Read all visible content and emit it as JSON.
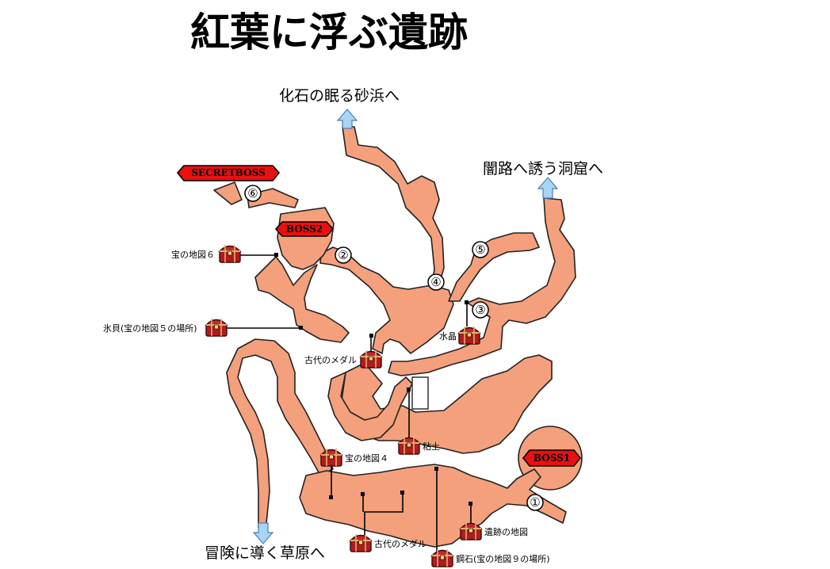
{
  "title": "紅葉に浮ぶ遺跡",
  "colors": {
    "cave": "#f4a07c",
    "boss": "#e81010",
    "exit_arrow": "#a8d4f5",
    "chest": "#b01c1c"
  },
  "exits": [
    {
      "id": "north",
      "label": "化石の眠る砂浜へ",
      "icon": "arrow-up-icon"
    },
    {
      "id": "east",
      "label": "闇路へ誘う洞窟へ",
      "icon": "arrow-up-icon"
    },
    {
      "id": "south",
      "label": "冒険に導く草原へ",
      "icon": "arrow-down-icon"
    }
  ],
  "bosses": [
    {
      "id": "secret",
      "label": "SECRETBOSS"
    },
    {
      "id": "boss2",
      "label": "BOSS2"
    },
    {
      "id": "boss1",
      "label": "BOSS1"
    }
  ],
  "waypoints": [
    "①",
    "②",
    "③",
    "④",
    "⑤",
    "⑥"
  ],
  "items": [
    {
      "id": "treasure-map-6",
      "label": "宝の地図６",
      "icon": "treasure-chest-icon"
    },
    {
      "id": "ice-shell",
      "label": "氷貝(宝の地図５の場所)",
      "icon": "treasure-chest-icon"
    },
    {
      "id": "ancient-medal-1",
      "label": "古代のメダル",
      "icon": "treasure-chest-icon"
    },
    {
      "id": "crystal",
      "label": "水晶",
      "icon": "treasure-chest-icon"
    },
    {
      "id": "clay",
      "label": "粘土",
      "icon": "treasure-chest-icon"
    },
    {
      "id": "treasure-map-4",
      "label": "宝の地図４",
      "icon": "treasure-chest-icon"
    },
    {
      "id": "ruins-map",
      "label": "遺跡の地図",
      "icon": "treasure-chest-icon"
    },
    {
      "id": "ancient-medal-2",
      "label": "古代のメダル",
      "icon": "treasure-chest-icon"
    },
    {
      "id": "steel-ore",
      "label": "鋼石(宝の地図９の場所)",
      "icon": "treasure-chest-icon"
    }
  ]
}
